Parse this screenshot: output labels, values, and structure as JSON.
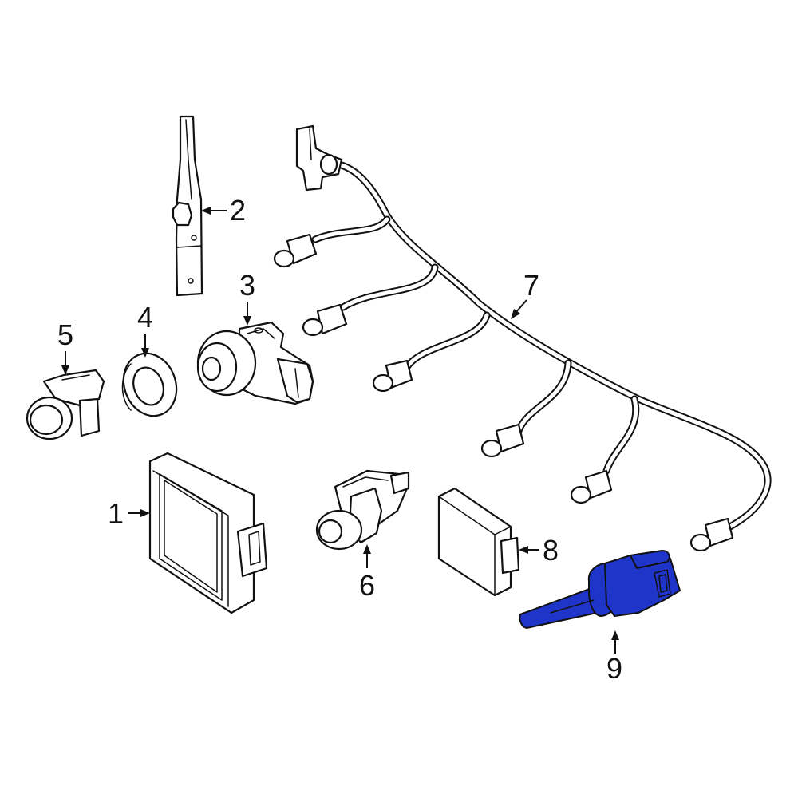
{
  "highlight_color": "#1f35c9",
  "outline_color": "#111111",
  "background_color": "#ffffff",
  "callouts": [
    {
      "id": "1",
      "label": "1"
    },
    {
      "id": "2",
      "label": "2"
    },
    {
      "id": "3",
      "label": "3"
    },
    {
      "id": "4",
      "label": "4"
    },
    {
      "id": "5",
      "label": "5"
    },
    {
      "id": "6",
      "label": "6"
    },
    {
      "id": "7",
      "label": "7"
    },
    {
      "id": "8",
      "label": "8"
    },
    {
      "id": "9",
      "label": "9"
    }
  ],
  "highlighted_part": "9"
}
